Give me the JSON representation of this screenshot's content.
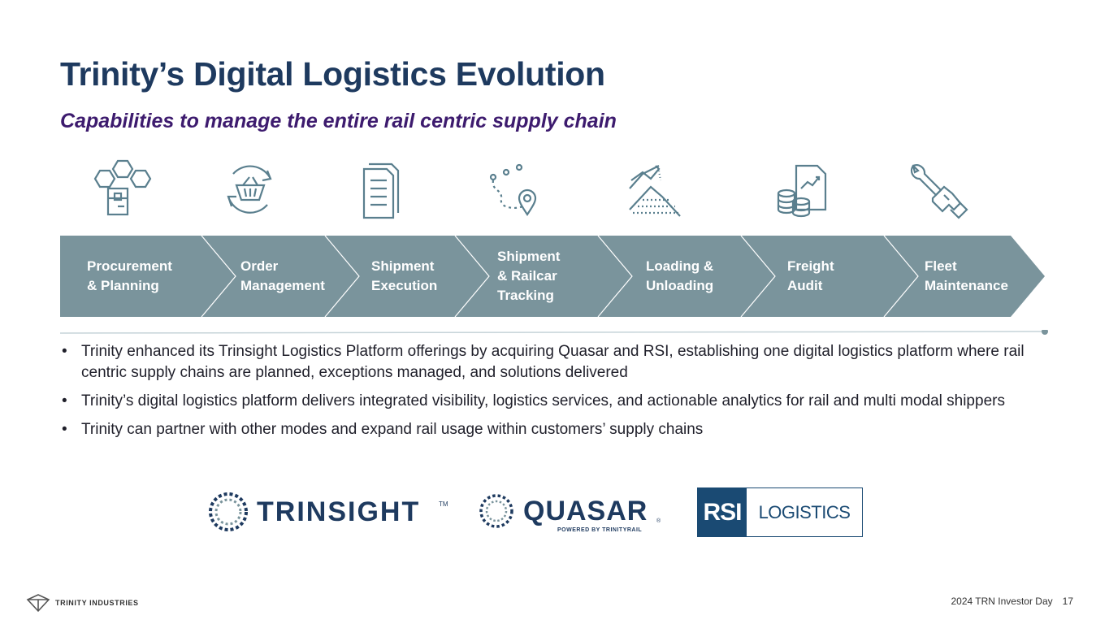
{
  "title": "Trinity’s Digital Logistics Evolution",
  "subtitle": "Capabilities to manage the entire rail centric supply chain",
  "steps": [
    {
      "label": "Procurement\n& Planning",
      "icon": "hexagon-box-icon"
    },
    {
      "label": "Order\nManagement",
      "icon": "basket-cycle-icon"
    },
    {
      "label": "Shipment\nExecution",
      "icon": "document-icon"
    },
    {
      "label": "Shipment\n& Railcar\nTracking",
      "icon": "route-pin-icon"
    },
    {
      "label": "Loading &\nUnloading",
      "icon": "loader-pile-icon"
    },
    {
      "label": "Freight\nAudit",
      "icon": "coins-chart-icon"
    },
    {
      "label": "Fleet\nMaintenance",
      "icon": "wrench-hand-icon"
    }
  ],
  "bullets": [
    "Trinity enhanced its Trinsight Logistics Platform offerings by acquiring Quasar and RSI, establishing one digital logistics platform where rail centric supply chains are planned, exceptions managed, and solutions delivered",
    "Trinity’s digital logistics platform delivers integrated visibility, logistics services, and actionable analytics for rail and multi modal shippers",
    "Trinity can partner with other modes and expand rail usage within customers’ supply chains"
  ],
  "logos": {
    "trinsight": "TRINSIGHT",
    "trinsight_tm": "TM",
    "quasar": "QUASAR",
    "quasar_reg": "®",
    "quasar_tagline": "POWERED BY TRINITYRAIL",
    "rsi": "RSI",
    "rsi_logistics": "LOGISTICS"
  },
  "footer": {
    "company": "TRINITY INDUSTRIES",
    "event": "2024 TRN Investor Day",
    "page": "17"
  },
  "colors": {
    "title": "#1e3a5f",
    "subtitle": "#3d1b6e",
    "arrow_fill": "#7a949c",
    "icon_stroke": "#5a7f8e",
    "rsi_blue": "#1a4a73"
  }
}
